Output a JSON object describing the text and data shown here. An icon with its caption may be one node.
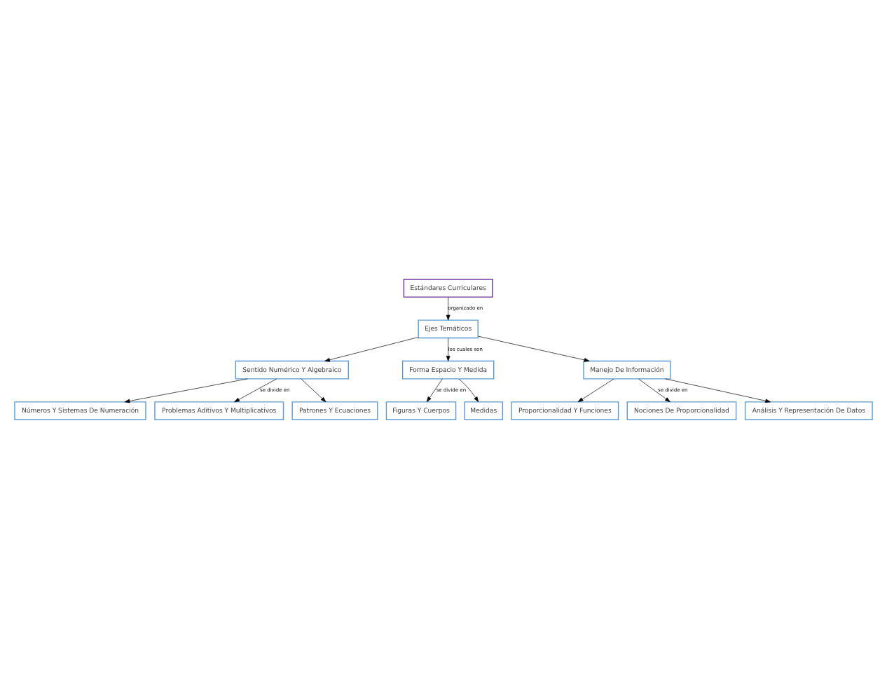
{
  "diagram": {
    "nodes": [
      {
        "text": [
          "Estándares Curriculares"
        ]
      },
      {
        "text": [
          "Ejes Temáticos"
        ]
      },
      {
        "text": [
          "Sentido Numérico Y Algebraico"
        ]
      },
      {
        "text": [
          "Forma Espacio Y Medida"
        ]
      },
      {
        "text": [
          "Manejo De Información"
        ]
      },
      {
        "text": [
          "Números Y Sistemas De Numeración"
        ]
      },
      {
        "text": [
          "Problemas Aditivos Y Multiplicativos"
        ]
      },
      {
        "text": [
          "Patrones Y Ecuaciones"
        ]
      },
      {
        "text": [
          "Figuras Y Cuerpos"
        ]
      },
      {
        "text": [
          "Medidas"
        ]
      },
      {
        "text": [
          "Proporcionalidad Y Funciones"
        ]
      },
      {
        "text": [
          "Nociones De Proporcionalidad"
        ]
      },
      {
        "text": [
          "Análisis Y Representación De Datos"
        ]
      }
    ],
    "edges": [
      {
        "from": 0,
        "to": 1,
        "arrow": "to",
        "label": "organizado en"
      },
      {
        "from": 1,
        "to": 2,
        "arrow": "to"
      },
      {
        "from": 1,
        "to": 3,
        "arrow": "to",
        "label": "los cuales son"
      },
      {
        "from": 1,
        "to": 4,
        "arrow": "to"
      },
      {
        "from": 2,
        "to": 5,
        "arrow": "to"
      },
      {
        "from": 2,
        "to": 6,
        "arrow": "to",
        "label": "se divide en"
      },
      {
        "from": 2,
        "to": 7,
        "arrow": "to"
      },
      {
        "from": 3,
        "to": 8,
        "arrow": "to",
        "label": "se divide en"
      },
      {
        "from": 3,
        "to": 9,
        "arrow": "to"
      },
      {
        "from": 4,
        "to": 10,
        "arrow": "to"
      },
      {
        "from": 4,
        "to": 11,
        "arrow": "to",
        "label": "se divide en"
      },
      {
        "from": 4,
        "to": 12,
        "arrow": "to"
      }
    ]
  }
}
